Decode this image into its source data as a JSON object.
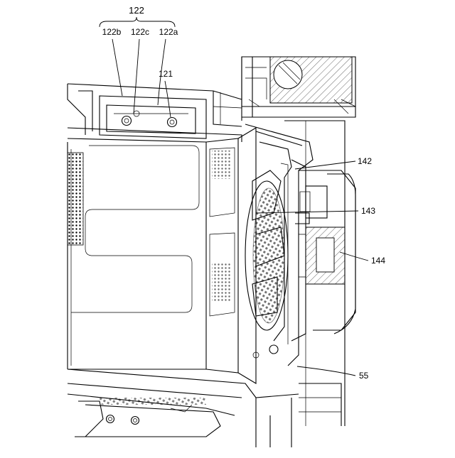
{
  "labels": {
    "group": "122",
    "part_b": "122b",
    "part_c": "122c",
    "part_a": "122a",
    "p121": "121",
    "p142": "142",
    "p143": "143",
    "p144": "144",
    "p55": "55"
  },
  "colors": {
    "line": "#000000",
    "background": "#ffffff"
  }
}
